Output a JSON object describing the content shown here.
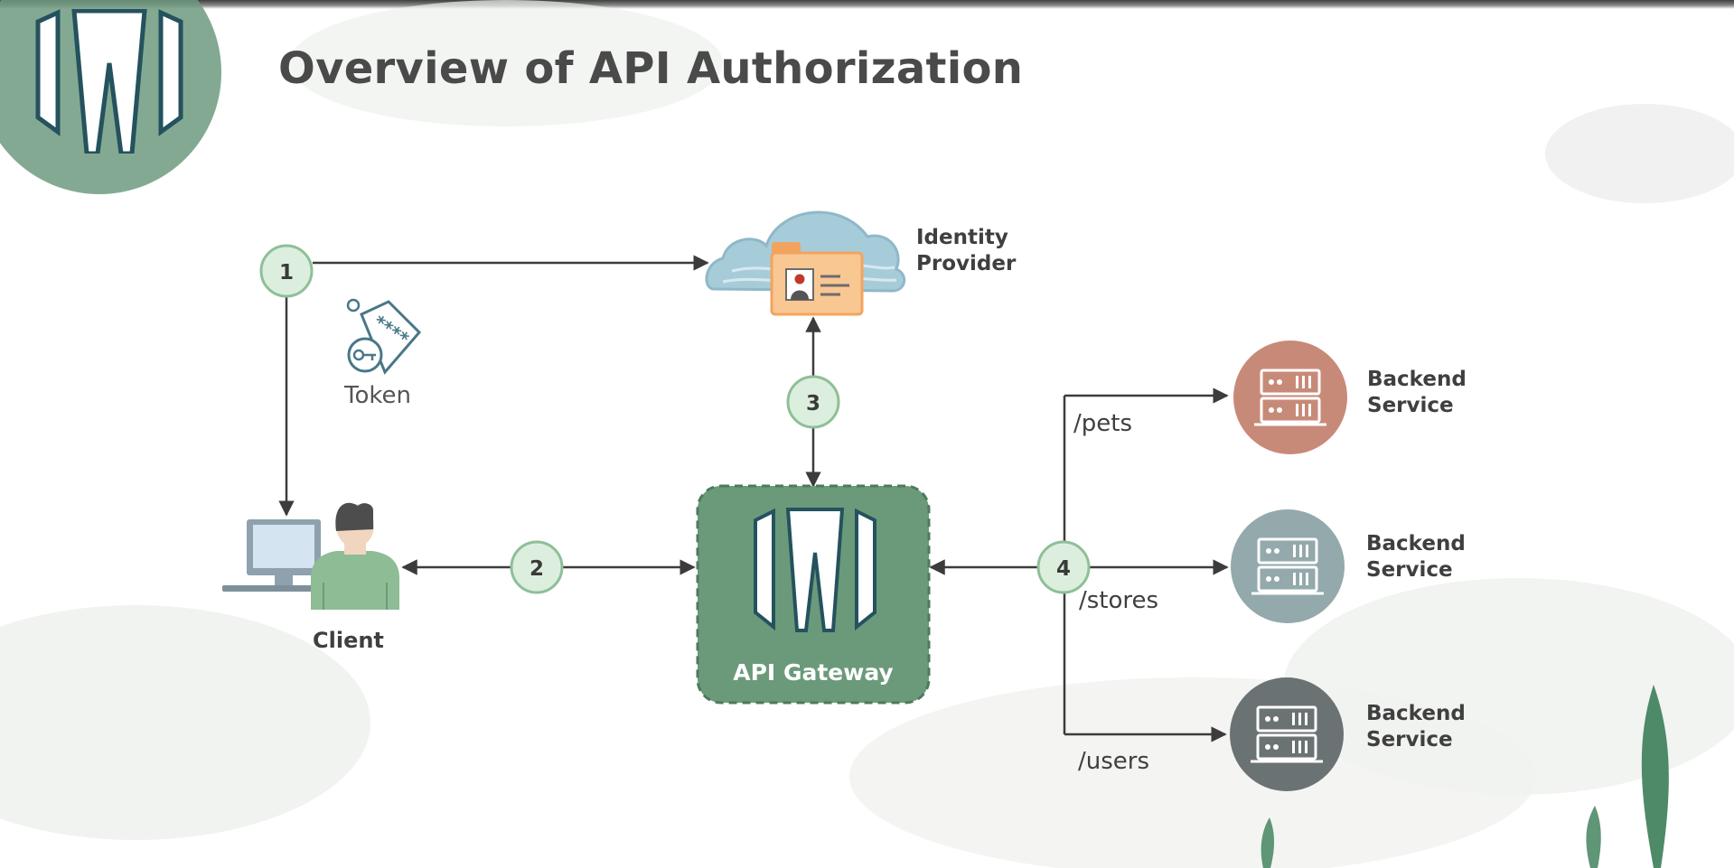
{
  "slide": {
    "title": "Overview of API Authorization"
  },
  "diagram": {
    "identity_provider": {
      "line1": "Identity",
      "line2": "Provider"
    },
    "token": {
      "label": "Token"
    },
    "client": {
      "label": "Client"
    },
    "gateway": {
      "label": "API Gateway"
    },
    "steps": [
      "1",
      "2",
      "3",
      "4"
    ],
    "routes": [
      "/pets",
      "/stores",
      "/users"
    ],
    "backends": [
      {
        "line1": "Backend",
        "line2": "Service",
        "color": "#c88a78"
      },
      {
        "line1": "Backend",
        "line2": "Service",
        "color": "#93a9ab"
      },
      {
        "line1": "Backend",
        "line2": "Service",
        "color": "#6b7274"
      }
    ],
    "colors": {
      "gateway_fill": "#6b9a7a",
      "step_fill": "#dcefdf",
      "step_stroke": "#8fbf97",
      "connector": "#3c3c3c"
    }
  }
}
